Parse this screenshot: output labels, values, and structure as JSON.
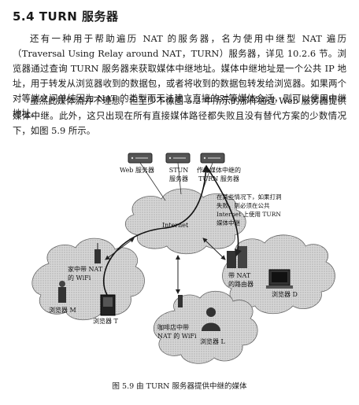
{
  "heading": "5.4   TURN 服务器",
  "paragraphs": [
    "还有一种用于帮助遍历 NAT 的服务器，名为使用中继型 NAT 遍历（Traversal Using Relay around NAT，TURN）服务器，详见 10.2.6 节。浏览器通过查询 TURN 服务器来获取媒体中继地址。媒体中继地址是一个公共 IP 地址，用于转发从浏览器收到的数据包，或者将收到的数据包转发给浏览器。如果两个对等端之间单纯因为 NAT 的类型而无法建立直接的对等媒体会话，则可以使用中继地址。",
    "虽然此媒体流并不理想，但至少不像图 5.2 中所示的那样通过 Web 服务器提供媒体中继。此外，这只出现在所有直接媒体路径都失败且没有替代方案的少数情况下，如图 5.9 所示。"
  ],
  "figure": {
    "labels": {
      "web_server": "Web 服务器",
      "stun_server_line1": "STUN",
      "stun_server_line2": "服务器",
      "turn_server_line1": "作为媒体中继的",
      "turn_server_line2": "TURN 服务器",
      "internet": "Internet",
      "home_nat_line1": "家中带 NAT",
      "home_nat_line2": "的 WiFi",
      "browser_m": "浏览器 M",
      "browser_t": "浏览器 T",
      "router_nat_line1": "带 NAT",
      "router_nat_line2": "的路由器",
      "browser_d": "浏览器 D",
      "cafe_nat_line1": "咖啡店中带",
      "cafe_nat_line2": "NAT 的 WiFi",
      "browser_l": "浏览器 L",
      "note": "在某些情况下，如果打洞失败，则必须在公共 Internet 上使用 TURN 媒体中继"
    },
    "caption": "图 5.9    由 TURN 服务器提供中继的媒体"
  }
}
